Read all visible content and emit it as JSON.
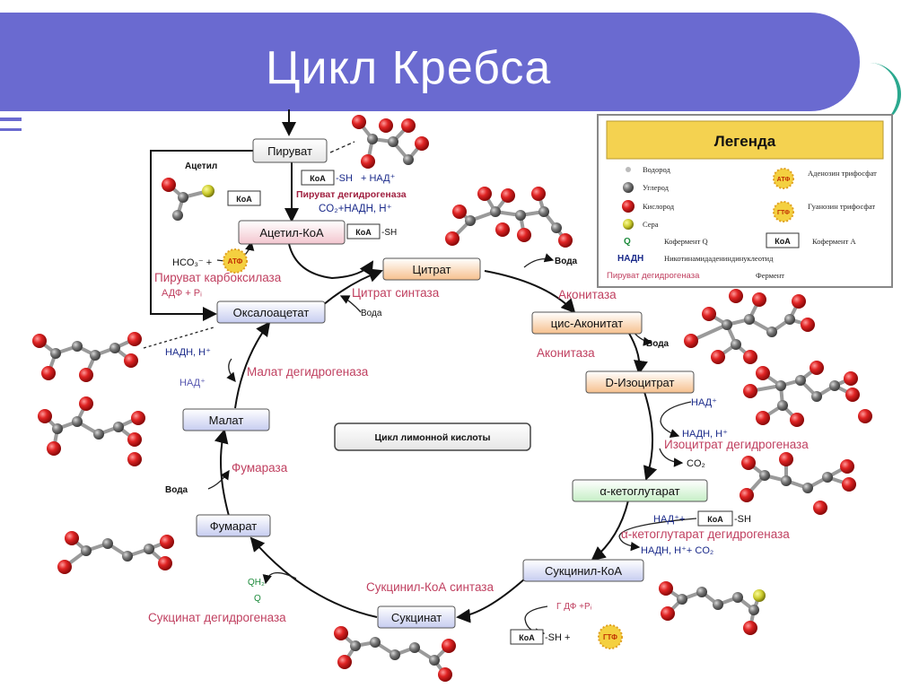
{
  "slide": {
    "title": "Цикл Кребса"
  },
  "metabolites": {
    "piruvat": "Пируват",
    "acetil_koa": "Ацетил-КоА",
    "citrat": "Цитрат",
    "cis_akonitat": "цис-Аконитат",
    "d_izocitrat": "D-Изоцитрат",
    "alfa_ketoglutarat": "α-кетоглутарат",
    "suktsinil_koa": "Сукцинил-КоА",
    "suktsinat": "Сукцинат",
    "fumarat": "Фумарат",
    "malat": "Малат",
    "oksaloacetat": "Оксалоацетат"
  },
  "enzymes": {
    "piruvat_dg": "Пируват дегидрогеназа",
    "citrat_sintaza": "Цитрат синтаза",
    "akonitaza_1": "Аконитаза",
    "akonitaza_2": "Аконитаза",
    "izocitrat_dg": "Изоцитрат дегидрогеназа",
    "aketo_dg": "α-кетоглутарат дегидрогеназа",
    "suktsinil_sintaza": "Сукцинил-КоА синтаза",
    "suktsinat_dg": "Сукцинат дегидрогеназа",
    "fumaraza": "Фумараза",
    "malat_dg": "Малат дегидрогеназа",
    "piruvat_karboksilaza": "Пируват карбоксилаза"
  },
  "cofactors": {
    "acetil": "Ацетил",
    "koa": "КоА",
    "sh": "-SH",
    "plus_nad": "+ НАД⁺",
    "co2_nadh": "CO₂+НАДН, Н⁺",
    "hco3": "HCO₃⁻ +",
    "atf": "АТФ",
    "adf_p": "АДФ + Pᵢ",
    "voda_1": "Вода",
    "voda_2": "Вода",
    "voda_3": "Вода",
    "voda_4": "Вода",
    "nad_1": "НАД⁺",
    "nadh_1": "НАДН, Н⁺",
    "co2_1": "CO₂",
    "nad_2": "НАД⁺+",
    "nadh_co2": "НАДН, Н⁺+ CO₂",
    "gdf_p": "Г ДФ +Pᵢ",
    "gtf": "ГТФ",
    "sh_plus": "-SH +",
    "oh2": "QH₂",
    "q": "Q",
    "nadh_2": "НАДН, Н⁺",
    "nad_3": "НАД⁺"
  },
  "center_label": "Цикл лимонной кислоты",
  "legend": {
    "title": "Легенда",
    "items": {
      "vodorod": "Водород",
      "uglerod": "Углерод",
      "kislorod": "Кислород",
      "sera": "Сера",
      "koferment_q_sym": "Q",
      "koferment_q": "Кофермент Q",
      "nadh_sym": "НАДН",
      "nadh": "Никотинамидадениндинуклеотид",
      "ferment_sym": "Пируват дегидрогеназа",
      "ferment": "Фермент",
      "atf_sym": "АТФ",
      "atf": "Аденозин трифосфат",
      "gtf_sym": "ГТФ",
      "gtf": "Гуанозин трифосфат",
      "koa_sym": "КоА",
      "koa": "Кофермент А"
    }
  },
  "colors": {
    "title_bar": "#6a6ad0",
    "oxygen": "#d42020",
    "carbon": "#6f6f6f",
    "sulfur": "#c6c62a",
    "enzyme_text": "#c04060",
    "legend_header": "#f4d250"
  }
}
